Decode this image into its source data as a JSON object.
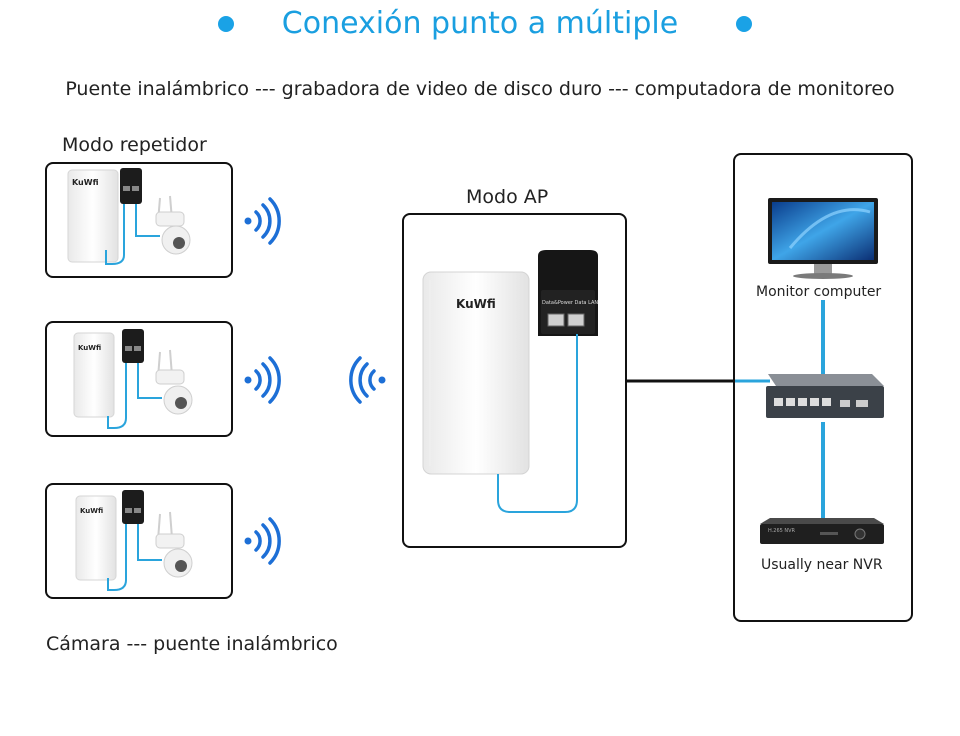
{
  "title": "Conexión punto a múltiple",
  "subtitle": "Puente inalámbrico --- grabadora de video de disco duro --- computadora de monitoreo",
  "repeater_label": "Modo repetidor",
  "ap_label": "Modo AP",
  "bottom_caption": "Cámara --- puente inalámbrico",
  "brand_logo": "KuWfi",
  "poe_ports_text": "Data&Power  Data  LAN",
  "monitor_label": "Monitor computer",
  "nvr_label": "Usually near NVR",
  "nvr_device_text": "H.265 NVR",
  "colors": {
    "accent": "#1aa2e6",
    "cable": "#2aa4dc",
    "frame": "#111111"
  }
}
